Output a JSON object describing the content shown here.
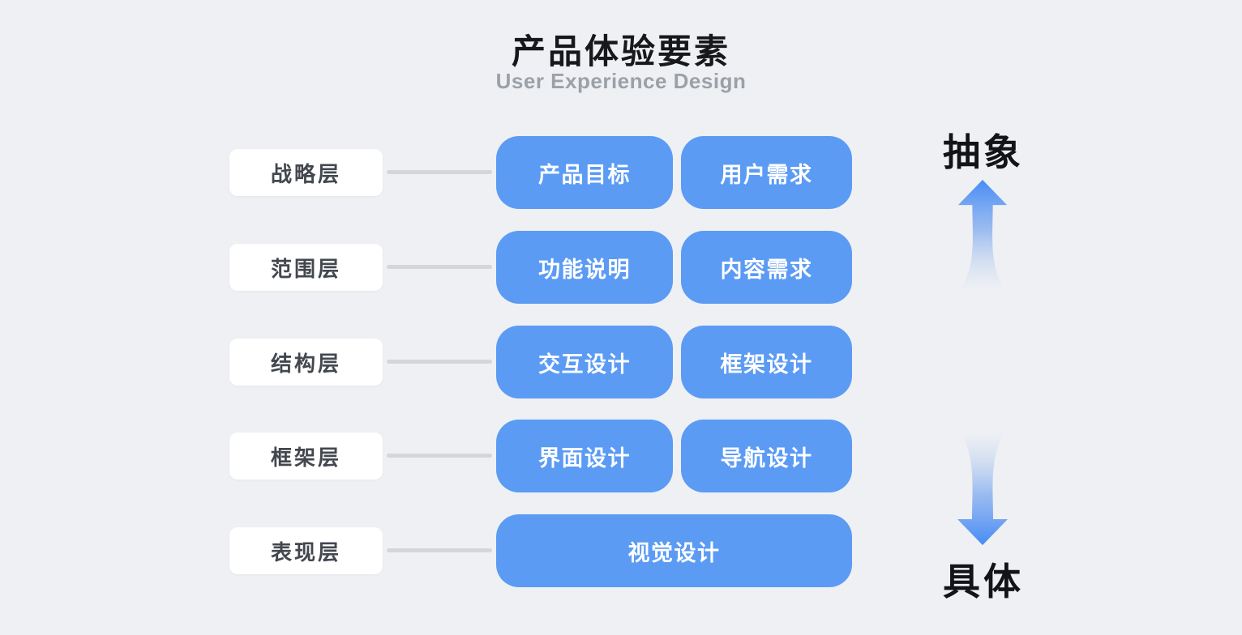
{
  "title": "产品体验要素",
  "subtitle": "User Experience Design",
  "rows": [
    {
      "label": "战略层",
      "items": [
        "产品目标",
        "用户需求"
      ]
    },
    {
      "label": "范围层",
      "items": [
        "功能说明",
        "内容需求"
      ]
    },
    {
      "label": "结构层",
      "items": [
        "交互设计",
        "框架设计"
      ]
    },
    {
      "label": "框架层",
      "items": [
        "界面设计",
        "导航设计"
      ]
    },
    {
      "label": "表现层",
      "items": [
        "视觉设计"
      ]
    }
  ],
  "axis": {
    "top_label": "抽象",
    "bottom_label": "具体"
  },
  "icons": {
    "abstract_direction": "up-arrow-icon",
    "concrete_direction": "down-arrow-icon"
  },
  "colors": {
    "background": "#EEF0F4",
    "card_white": "#FFFFFF",
    "box_blue": "#5B9BF4",
    "box_text": "#FFFFFF",
    "label_text": "#43474E",
    "title_text": "#17181B",
    "subtitle_text": "#9CA1A8",
    "axis_text": "#131417",
    "connector_gray": "#D4D6DA",
    "arrow_blue": "#478BF5",
    "arrow_mid": "#7AA7EF",
    "arrow_fade": "#B7CDEC"
  }
}
